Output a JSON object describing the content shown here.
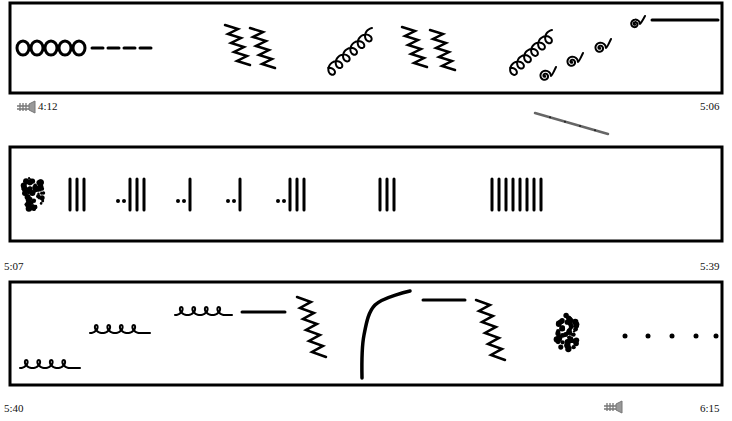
{
  "diagram": {
    "labels": [
      "4:12",
      "5:06",
      "5:07",
      "5:39",
      "5:40",
      "6:15"
    ]
  }
}
